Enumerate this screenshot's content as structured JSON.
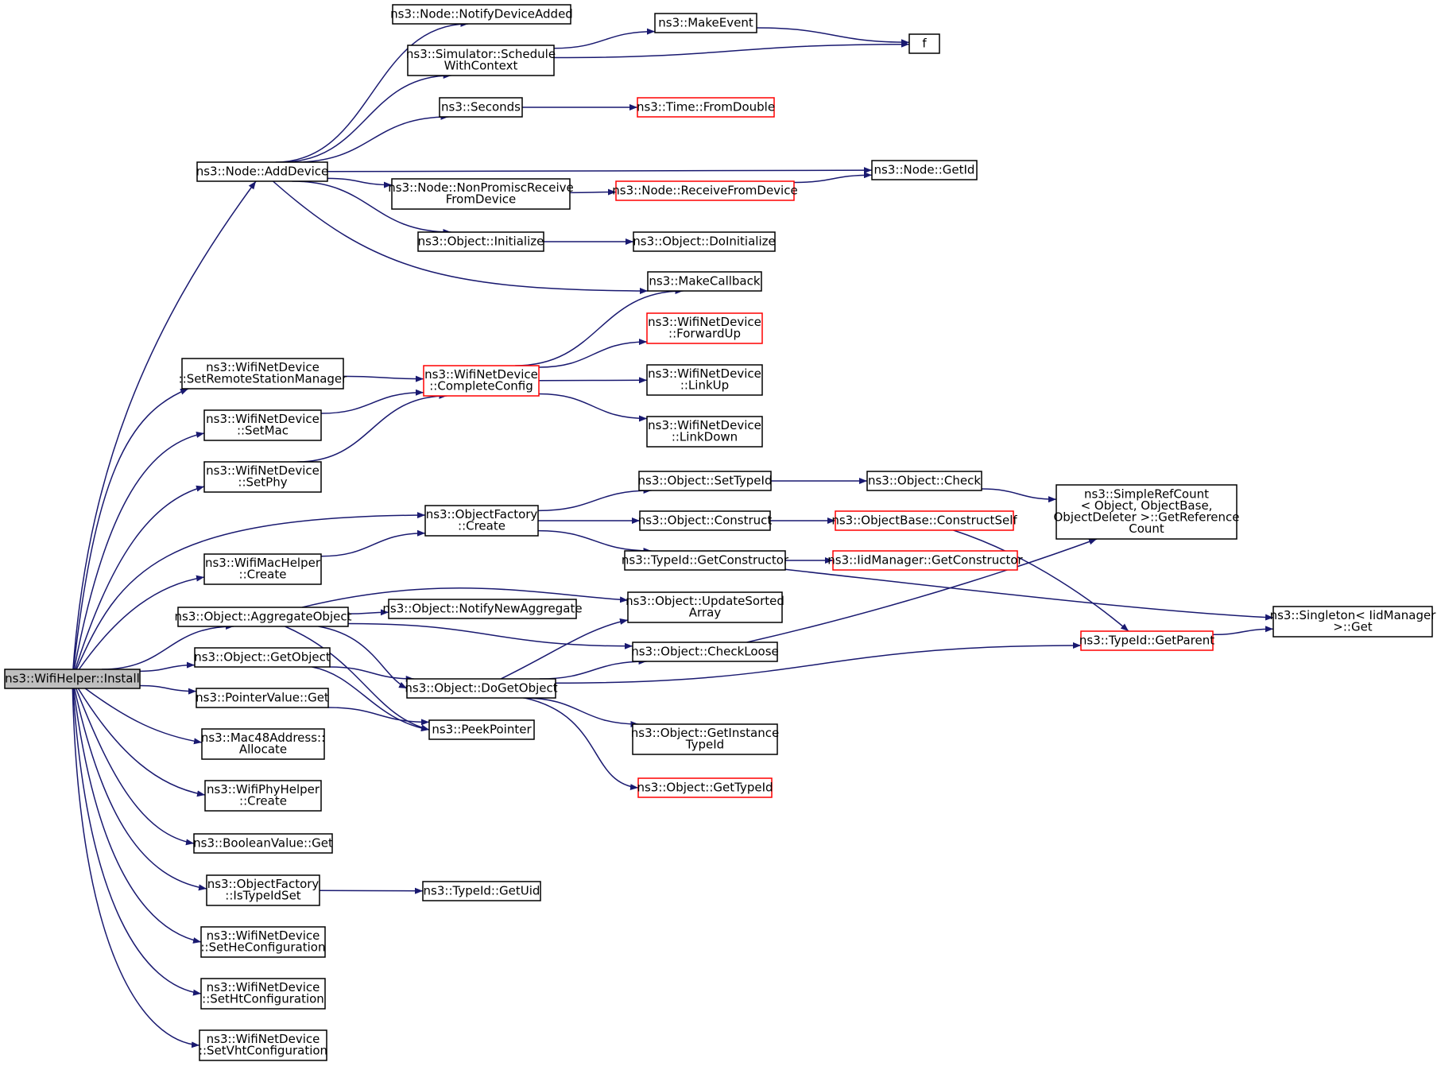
{
  "colors": {
    "edge": "#191970",
    "node_border": "#000000",
    "node_border_truncated": "#ff0000",
    "root_fill": "#bfbfbf",
    "background": "#ffffff"
  },
  "nodes": [
    {
      "id": "install",
      "lines": [
        "ns3::WifiHelper::Install"
      ],
      "style": "root"
    },
    {
      "id": "adddevice",
      "lines": [
        "ns3::Node::AddDevice"
      ],
      "style": "normal"
    },
    {
      "id": "setremote",
      "lines": [
        "ns3::WifiNetDevice",
        "::SetRemoteStationManager"
      ],
      "style": "normal"
    },
    {
      "id": "setmac",
      "lines": [
        "ns3::WifiNetDevice",
        "::SetMac"
      ],
      "style": "normal"
    },
    {
      "id": "setphy",
      "lines": [
        "ns3::WifiNetDevice",
        "::SetPhy"
      ],
      "style": "normal"
    },
    {
      "id": "machelpercreate",
      "lines": [
        "ns3::WifiMacHelper",
        "::Create"
      ],
      "style": "normal"
    },
    {
      "id": "aggregate",
      "lines": [
        "ns3::Object::AggregateObject"
      ],
      "style": "normal"
    },
    {
      "id": "getobject",
      "lines": [
        "ns3::Object::GetObject"
      ],
      "style": "normal"
    },
    {
      "id": "pointerget",
      "lines": [
        "ns3::PointerValue::Get"
      ],
      "style": "normal"
    },
    {
      "id": "mac48",
      "lines": [
        "ns3::Mac48Address::",
        "Allocate"
      ],
      "style": "normal"
    },
    {
      "id": "phyhelpercreate",
      "lines": [
        "ns3::WifiPhyHelper",
        "::Create"
      ],
      "style": "normal"
    },
    {
      "id": "boolget",
      "lines": [
        "ns3::BooleanValue::Get"
      ],
      "style": "normal"
    },
    {
      "id": "istypeidset",
      "lines": [
        "ns3::ObjectFactory",
        "::IsTypeIdSet"
      ],
      "style": "normal"
    },
    {
      "id": "sethe",
      "lines": [
        "ns3::WifiNetDevice",
        "::SetHeConfiguration"
      ],
      "style": "normal"
    },
    {
      "id": "setht",
      "lines": [
        "ns3::WifiNetDevice",
        "::SetHtConfiguration"
      ],
      "style": "normal"
    },
    {
      "id": "setvht",
      "lines": [
        "ns3::WifiNetDevice",
        "::SetVhtConfiguration"
      ],
      "style": "normal"
    },
    {
      "id": "notifydeviceadded",
      "lines": [
        "ns3::Node::NotifyDeviceAdded"
      ],
      "style": "normal"
    },
    {
      "id": "schedulewithcontext",
      "lines": [
        "ns3::Simulator::Schedule",
        "WithContext"
      ],
      "style": "normal"
    },
    {
      "id": "seconds",
      "lines": [
        "ns3::Seconds"
      ],
      "style": "normal"
    },
    {
      "id": "nonpromisc",
      "lines": [
        "ns3::Node::NonPromiscReceive",
        "FromDevice"
      ],
      "style": "normal"
    },
    {
      "id": "initialize",
      "lines": [
        "ns3::Object::Initialize"
      ],
      "style": "normal"
    },
    {
      "id": "completeconfig",
      "lines": [
        "ns3::WifiNetDevice",
        "::CompleteConfig"
      ],
      "style": "truncated"
    },
    {
      "id": "factorycreate",
      "lines": [
        "ns3::ObjectFactory",
        "::Create"
      ],
      "style": "normal"
    },
    {
      "id": "doget",
      "lines": [
        "ns3::Object::DoGetObject"
      ],
      "style": "normal"
    },
    {
      "id": "peekpointer",
      "lines": [
        "ns3::PeekPointer"
      ],
      "style": "normal"
    },
    {
      "id": "notifynewaggregate",
      "lines": [
        "ns3::Object::NotifyNewAggregate"
      ],
      "style": "normal"
    },
    {
      "id": "getuid",
      "lines": [
        "ns3::TypeId::GetUid"
      ],
      "style": "normal"
    },
    {
      "id": "makeevent",
      "lines": [
        "ns3::MakeEvent"
      ],
      "style": "normal"
    },
    {
      "id": "f",
      "lines": [
        "f"
      ],
      "style": "normal"
    },
    {
      "id": "fromdouble",
      "lines": [
        "ns3::Time::FromDouble"
      ],
      "style": "truncated"
    },
    {
      "id": "nodegetid",
      "lines": [
        "ns3::Node::GetId"
      ],
      "style": "normal"
    },
    {
      "id": "receivefromdevice",
      "lines": [
        "ns3::Node::ReceiveFromDevice"
      ],
      "style": "truncated"
    },
    {
      "id": "doinitialize",
      "lines": [
        "ns3::Object::DoInitialize"
      ],
      "style": "normal"
    },
    {
      "id": "makecallback",
      "lines": [
        "ns3::MakeCallback"
      ],
      "style": "normal"
    },
    {
      "id": "forwardup",
      "lines": [
        "ns3::WifiNetDevice",
        "::ForwardUp"
      ],
      "style": "truncated"
    },
    {
      "id": "linkup",
      "lines": [
        "ns3::WifiNetDevice",
        "::LinkUp"
      ],
      "style": "normal"
    },
    {
      "id": "linkdown",
      "lines": [
        "ns3::WifiNetDevice",
        "::LinkDown"
      ],
      "style": "normal"
    },
    {
      "id": "settypeid",
      "lines": [
        "ns3::Object::SetTypeId"
      ],
      "style": "normal"
    },
    {
      "id": "construct",
      "lines": [
        "ns3::Object::Construct"
      ],
      "style": "normal"
    },
    {
      "id": "getconstructor",
      "lines": [
        "ns3::TypeId::GetConstructor"
      ],
      "style": "normal"
    },
    {
      "id": "updatesorted",
      "lines": [
        "ns3::Object::UpdateSorted",
        "Array"
      ],
      "style": "normal"
    },
    {
      "id": "checkloose",
      "lines": [
        "ns3::Object::CheckLoose"
      ],
      "style": "normal"
    },
    {
      "id": "getinstancetypeid",
      "lines": [
        "ns3::Object::GetInstance",
        "TypeId"
      ],
      "style": "normal"
    },
    {
      "id": "gettypeid",
      "lines": [
        "ns3::Object::GetTypeId"
      ],
      "style": "truncated"
    },
    {
      "id": "objectcheck",
      "lines": [
        "ns3::Object::Check"
      ],
      "style": "normal"
    },
    {
      "id": "constructself",
      "lines": [
        "ns3::ObjectBase::ConstructSelf"
      ],
      "style": "truncated"
    },
    {
      "id": "iidgetconstructor",
      "lines": [
        "ns3::IidManager::GetConstructor"
      ],
      "style": "truncated"
    },
    {
      "id": "getparent",
      "lines": [
        "ns3::TypeId::GetParent"
      ],
      "style": "truncated"
    },
    {
      "id": "simplerefcount",
      "lines": [
        "ns3::SimpleRefCount",
        "< Object, ObjectBase,",
        " ObjectDeleter >::GetReference",
        "Count"
      ],
      "style": "normal"
    },
    {
      "id": "singletonget",
      "lines": [
        "ns3::Singleton< IidManager",
        " >::Get"
      ],
      "style": "normal"
    }
  ],
  "edges": [
    [
      "install",
      "adddevice"
    ],
    [
      "install",
      "setremote"
    ],
    [
      "install",
      "setmac"
    ],
    [
      "install",
      "setphy"
    ],
    [
      "install",
      "factorycreate"
    ],
    [
      "install",
      "machelpercreate"
    ],
    [
      "install",
      "aggregate"
    ],
    [
      "install",
      "getobject"
    ],
    [
      "install",
      "pointerget"
    ],
    [
      "install",
      "mac48"
    ],
    [
      "install",
      "phyhelpercreate"
    ],
    [
      "install",
      "boolget"
    ],
    [
      "install",
      "istypeidset"
    ],
    [
      "install",
      "sethe"
    ],
    [
      "install",
      "setht"
    ],
    [
      "install",
      "setvht"
    ],
    [
      "adddevice",
      "notifydeviceadded"
    ],
    [
      "adddevice",
      "schedulewithcontext"
    ],
    [
      "adddevice",
      "seconds"
    ],
    [
      "adddevice",
      "nodegetid"
    ],
    [
      "adddevice",
      "nonpromisc"
    ],
    [
      "adddevice",
      "initialize"
    ],
    [
      "adddevice",
      "makecallback"
    ],
    [
      "schedulewithcontext",
      "makeevent"
    ],
    [
      "schedulewithcontext",
      "f"
    ],
    [
      "makeevent",
      "f"
    ],
    [
      "seconds",
      "fromdouble"
    ],
    [
      "nonpromisc",
      "receivefromdevice"
    ],
    [
      "receivefromdevice",
      "nodegetid"
    ],
    [
      "initialize",
      "doinitialize"
    ],
    [
      "setremote",
      "completeconfig"
    ],
    [
      "setmac",
      "completeconfig"
    ],
    [
      "setphy",
      "completeconfig"
    ],
    [
      "completeconfig",
      "makecallback"
    ],
    [
      "completeconfig",
      "forwardup"
    ],
    [
      "completeconfig",
      "linkup"
    ],
    [
      "completeconfig",
      "linkdown"
    ],
    [
      "machelpercreate",
      "factorycreate"
    ],
    [
      "factorycreate",
      "settypeid"
    ],
    [
      "factorycreate",
      "construct"
    ],
    [
      "factorycreate",
      "getconstructor"
    ],
    [
      "settypeid",
      "objectcheck"
    ],
    [
      "objectcheck",
      "simplerefcount"
    ],
    [
      "construct",
      "constructself"
    ],
    [
      "constructself",
      "getparent"
    ],
    [
      "getconstructor",
      "iidgetconstructor"
    ],
    [
      "getconstructor",
      "singletonget"
    ],
    [
      "aggregate",
      "updatesorted"
    ],
    [
      "aggregate",
      "notifynewaggregate"
    ],
    [
      "aggregate",
      "checkloose"
    ],
    [
      "aggregate",
      "doget"
    ],
    [
      "aggregate",
      "peekpointer"
    ],
    [
      "getobject",
      "doget"
    ],
    [
      "getobject",
      "peekpointer"
    ],
    [
      "pointerget",
      "peekpointer"
    ],
    [
      "doget",
      "updatesorted"
    ],
    [
      "doget",
      "checkloose"
    ],
    [
      "doget",
      "getparent"
    ],
    [
      "doget",
      "getinstancetypeid"
    ],
    [
      "doget",
      "gettypeid"
    ],
    [
      "checkloose",
      "simplerefcount"
    ],
    [
      "getparent",
      "singletonget"
    ],
    [
      "istypeidset",
      "getuid"
    ]
  ]
}
